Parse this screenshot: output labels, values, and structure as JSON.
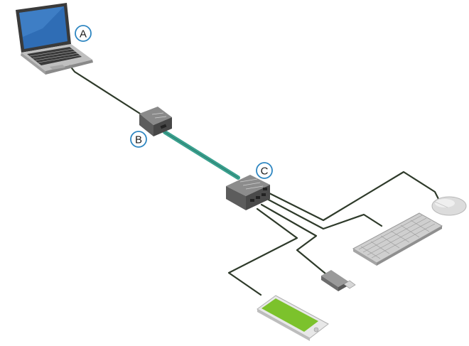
{
  "callouts": [
    {
      "id": "A",
      "label": "A",
      "target": "laptop"
    },
    {
      "id": "B",
      "label": "B",
      "target": "usb-extender-local"
    },
    {
      "id": "C",
      "label": "C",
      "target": "usb-extender-remote-hub"
    }
  ],
  "devices": [
    {
      "id": "laptop",
      "icon": "laptop-icon"
    },
    {
      "id": "usb-extender-local",
      "icon": "extender-box-icon"
    },
    {
      "id": "usb-extender-remote-hub",
      "icon": "extender-hub-icon"
    },
    {
      "id": "mouse",
      "icon": "mouse-icon"
    },
    {
      "id": "keyboard",
      "icon": "keyboard-icon"
    },
    {
      "id": "usb-flash-drive",
      "icon": "usb-drive-icon"
    },
    {
      "id": "smartphone",
      "icon": "smartphone-icon"
    }
  ],
  "colors": {
    "usb_cable": "#2e3a2a",
    "link_cable": "#3aa08e",
    "callout_ring": "#2e86c1",
    "phone_screen": "#7cc22c",
    "laptop_screen": "#2f6db5",
    "box_body": "#5c5c5c"
  }
}
